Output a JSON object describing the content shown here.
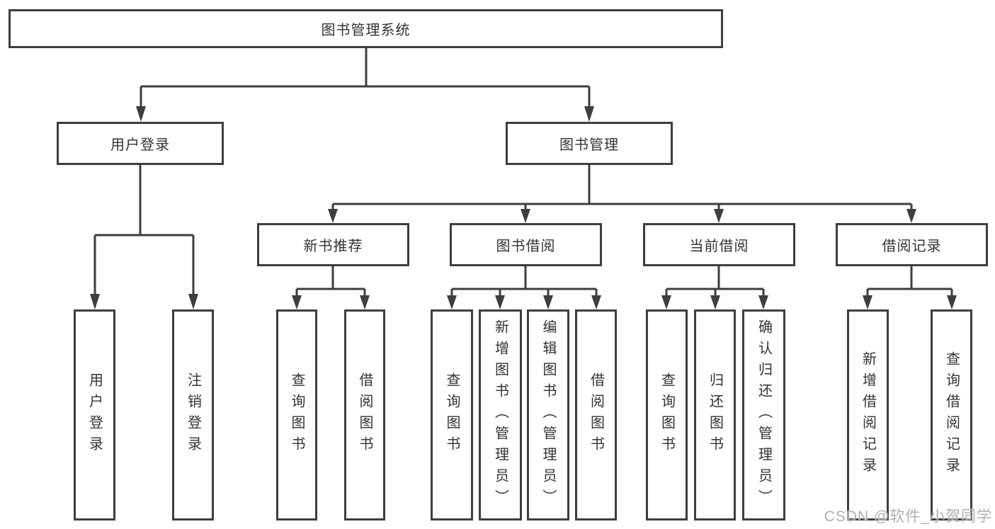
{
  "colors": {
    "line": "#3e3e3e",
    "text": "#333333",
    "background": "#ffffff",
    "watermark": "#b0b0b0"
  },
  "watermark": {
    "text": "CSDN @软件_小贺同学"
  },
  "tree": {
    "label": "图书管理系统",
    "children": [
      {
        "label": "用户登录",
        "children": [
          {
            "label": "用户登录"
          },
          {
            "label": "注销登录"
          }
        ]
      },
      {
        "label": "图书管理",
        "children": [
          {
            "label": "新书推荐",
            "children": [
              {
                "label": "查询图书"
              },
              {
                "label": "借阅图书"
              }
            ]
          },
          {
            "label": "图书借阅",
            "children": [
              {
                "label": "查询图书"
              },
              {
                "label": "新增图书（管理员）"
              },
              {
                "label": "编辑图书（管理员）"
              },
              {
                "label": "借阅图书"
              }
            ]
          },
          {
            "label": "当前借阅",
            "children": [
              {
                "label": "查询图书"
              },
              {
                "label": "归还图书"
              },
              {
                "label": "确认归还（管理员）"
              }
            ]
          },
          {
            "label": "借阅记录",
            "children": [
              {
                "label": "新增借阅记录"
              },
              {
                "label": "查询借阅记录"
              }
            ]
          }
        ]
      }
    ]
  }
}
